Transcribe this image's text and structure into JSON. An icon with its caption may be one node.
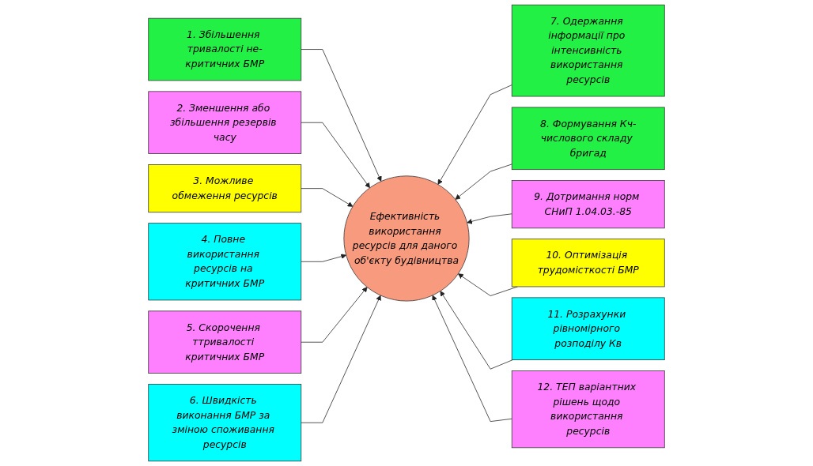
{
  "diagram": {
    "nodes": [
      {
        "text": [
          "1. Збільшення тривалості не-критичних БМР"
        ]
      },
      {
        "text": [
          "2. Зменшення або збільшення резервів часу"
        ]
      },
      {
        "text": [
          "3. Можливе обмеження ресурсів"
        ]
      },
      {
        "text": [
          "4. Повне використання ресурсів на критичних БМР"
        ]
      },
      {
        "text": [
          "5. Скорочення ттривалості критичних БМР"
        ]
      },
      {
        "text": [
          "6. Швидкість виконання БМР за зміною споживання ресурсів"
        ]
      },
      {
        "text": [
          "7. Одержання інформації про інтенсивність використання ресурсів"
        ]
      },
      {
        "text": [
          "8. Формування Кч-числового складу бригад"
        ]
      },
      {
        "text": [
          "9. Дотримання норм СНиП 1.04.03.-85"
        ]
      },
      {
        "text": [
          "10. Оптимізація трудомісткості БМР"
        ]
      },
      {
        "text": [
          "11. Розрахунки рівномірного розподілу Кв"
        ]
      },
      {
        "text": [
          "12. ТЕП варіантних рішень щодо використання ресурсів"
        ]
      },
      {
        "text": [
          "Ефективність використання ресурсів для даного об'єкту будівництва"
        ]
      }
    ],
    "edges": [
      {
        "from": 0,
        "to": 12,
        "arrow": "to"
      },
      {
        "from": 1,
        "to": 12,
        "arrow": "to"
      },
      {
        "from": 2,
        "to": 12,
        "arrow": "to"
      },
      {
        "from": 3,
        "to": 12,
        "arrow": "to"
      },
      {
        "from": 4,
        "to": 12,
        "arrow": "to"
      },
      {
        "from": 5,
        "to": 12,
        "arrow": "to"
      },
      {
        "from": 6,
        "to": 12,
        "arrow": "to"
      },
      {
        "from": 7,
        "to": 12,
        "arrow": "to"
      },
      {
        "from": 8,
        "to": 12,
        "arrow": "to"
      },
      {
        "from": 9,
        "to": 12,
        "arrow": "to"
      },
      {
        "from": 10,
        "to": 12,
        "arrow": "to"
      },
      {
        "from": 11,
        "to": 12,
        "arrow": "to"
      }
    ]
  }
}
